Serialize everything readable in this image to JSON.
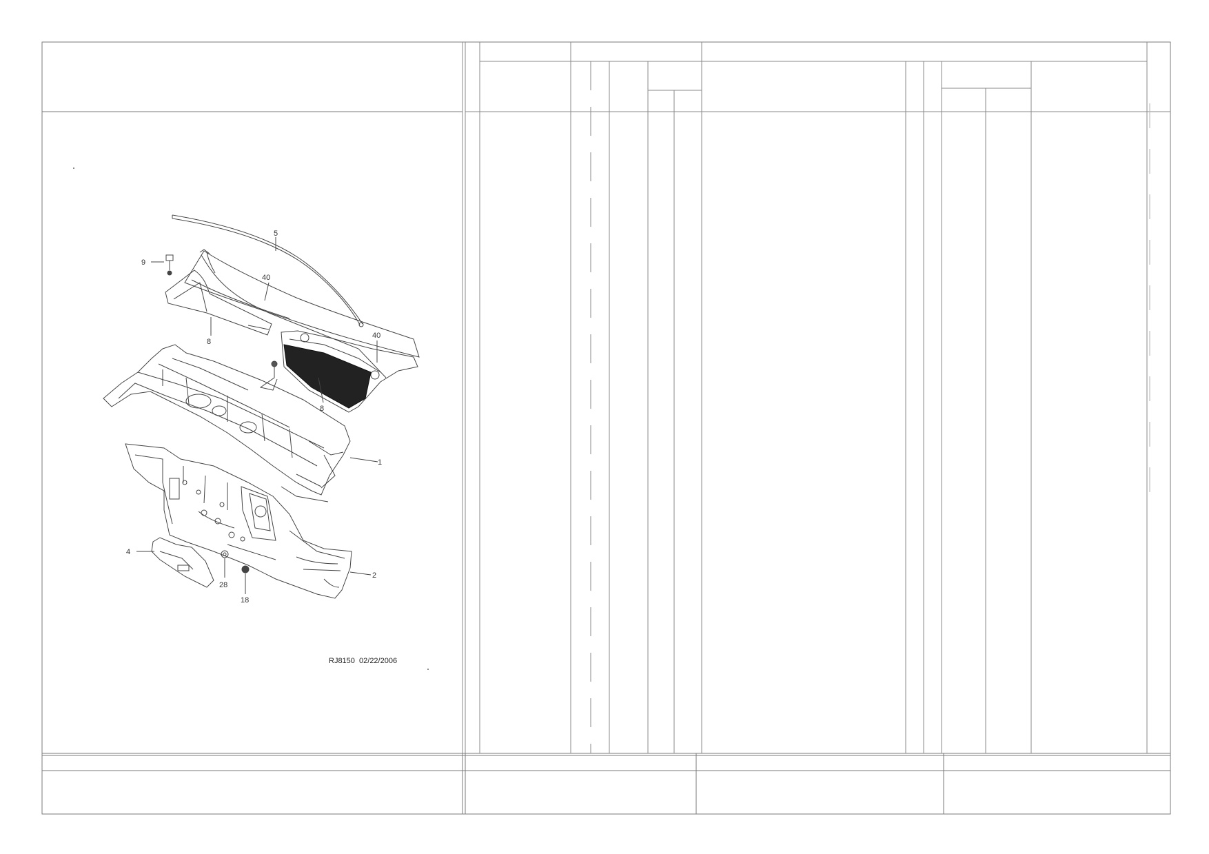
{
  "diagram": {
    "caption": "RJ8150  02/22/2006",
    "callouts": [
      "5",
      "9",
      "40",
      "40",
      "8",
      "8",
      "1",
      "4",
      "28",
      "18",
      "2"
    ]
  },
  "parts_table": {
    "header_labels": [],
    "rows": []
  },
  "footer": {
    "cells": [
      "",
      "",
      "",
      ""
    ]
  }
}
